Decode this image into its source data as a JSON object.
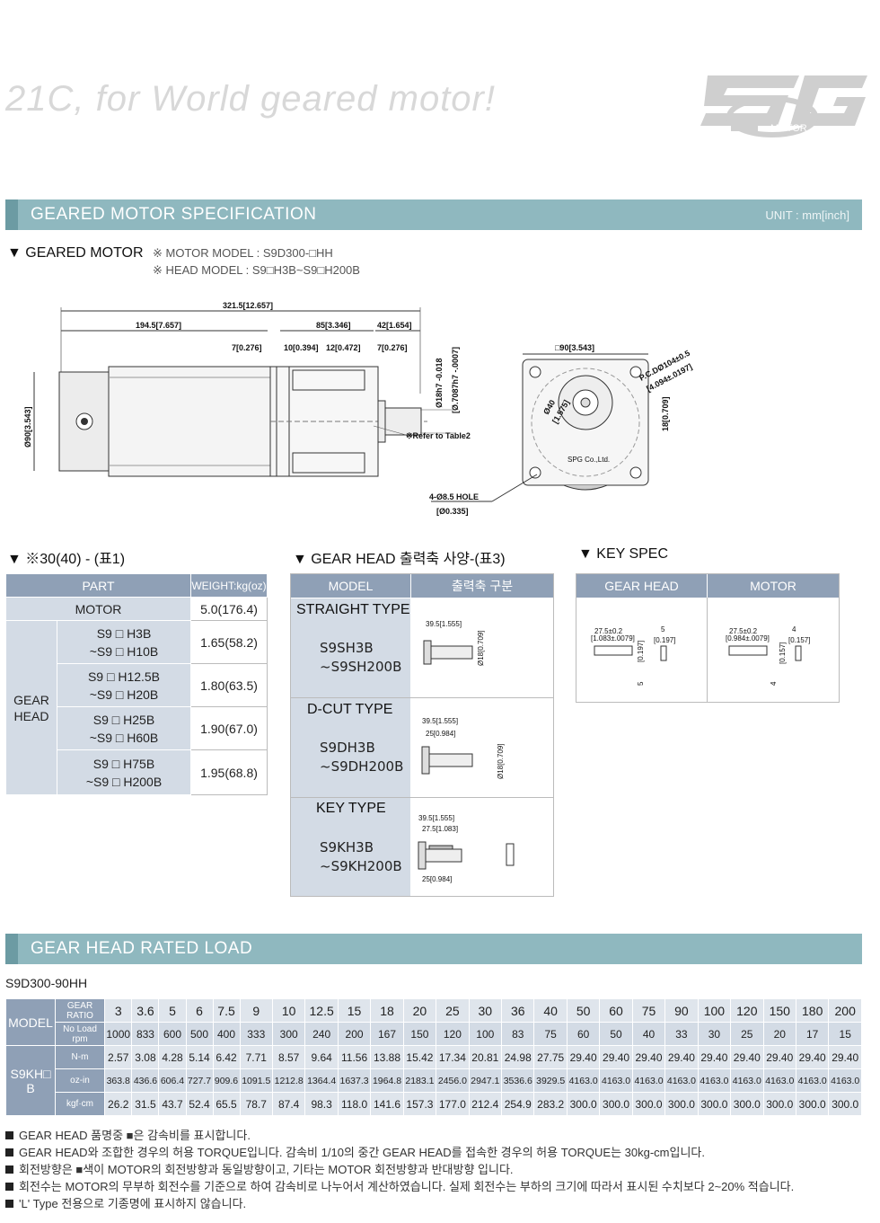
{
  "header": {
    "tagline": "21C, for World geared motor!",
    "logo_text": "SPG",
    "logo_sub": "MOTOR"
  },
  "spec_section": {
    "title": "GEARED MOTOR SPECIFICATION",
    "unit": "UNIT : mm[inch]"
  },
  "geared_motor": {
    "heading": "▼ GEARED MOTOR",
    "model_line": "※ MOTOR MODEL : S9D300-□HH",
    "head_line": "※ HEAD MODEL : S9□H3B~S9□H200B"
  },
  "drawing": {
    "total_len": "321.5[12.657]",
    "body_len": "194.5[7.657]",
    "shaft_len": "85[3.346]",
    "tip_len": "42[1.654]",
    "d7": "7[0.276]",
    "d10": "10[0.394]",
    "d12": "12[0.472]",
    "d7b": "7[0.276]",
    "dia90": "Ø90[3.543]",
    "shaft_dia": "Ø18h7 -0.018",
    "shaft_dia_in": "[Ø.7087h7 -.0007]",
    "refer": "※Refer to Table2",
    "sq": "□90[3.543]",
    "pcd": "P.C.DØ104±0.5",
    "pcd_in": "[4.094±.0197]",
    "pilot": "Ø40",
    "pilot_in": "[1.575]",
    "h18": "18[0.709]",
    "hole": "4-Ø8.5 HOLE",
    "hole_in": "[Ø0.335]",
    "stamp": "SPG Co.,Ltd."
  },
  "table1": {
    "heading": "▼ ※30(40) - (표1)",
    "cols": [
      "PART",
      "WEIGHT:kg(oz)"
    ],
    "motor": {
      "label": "MOTOR",
      "weight": "5.0(176.4)"
    },
    "gear_label": "GEAR HEAD",
    "rows": [
      {
        "a": "S9 □  H3B",
        "b": "~S9 □  H10B",
        "w": "1.65(58.2)"
      },
      {
        "a": "S9 □  H12.5B",
        "b": "~S9 □  H20B",
        "w": "1.80(63.5)"
      },
      {
        "a": "S9 □  H25B",
        "b": "~S9 □  H60B",
        "w": "1.90(67.0)"
      },
      {
        "a": "S9 □  H75B",
        "b": "~S9 □  H200B",
        "w": "1.95(68.8)"
      }
    ]
  },
  "table3": {
    "heading": "▼ GEAR HEAD 출력축 사양-(표3)",
    "cols": [
      "MODEL",
      "출력축 구분"
    ],
    "types": [
      {
        "type": "STRAIGHT TYPE",
        "m1": "S9SH3B",
        "m2": "~S9SH200B",
        "d1": "39.5[1.555]",
        "d2": "Ø18[0.709]"
      },
      {
        "type": "D-CUT TYPE",
        "m1": "S9DH3B",
        "m2": "~S9DH200B",
        "d1": "39.5[1.555]",
        "d2": "25[0.984]",
        "d3": "Ø18[0.709]"
      },
      {
        "type": "KEY TYPE",
        "m1": "S9KH3B",
        "m2": "~S9KH200B",
        "d1": "39.5[1.555]",
        "d2": "27.5[1.083]",
        "d3": "25[0.984]"
      }
    ]
  },
  "key_spec": {
    "heading": "▼ KEY SPEC",
    "cols": [
      "GEAR HEAD",
      "MOTOR"
    ],
    "gh": {
      "len": "27.5±0.2",
      "len_in": "[1.083±.0079]",
      "w": "5",
      "w_in": "[0.197]",
      "h": "5",
      "h_in": "[0.197]"
    },
    "mt": {
      "len": "27.5±0.2",
      "len_in": "[0.984±.0079]",
      "w": "4",
      "w_in": "[0.157]",
      "h": "4",
      "h_in": "[0.157]"
    }
  },
  "rated_section": {
    "title": "GEAR HEAD RATED LOAD"
  },
  "rated": {
    "model": "S9D300-90HH",
    "model_label": "MODEL",
    "ratio_label": "GEAR RATIO",
    "rpm_label": "No Load rpm",
    "series_label": "S9KH□ B",
    "ratios": [
      "3",
      "3.6",
      "5",
      "6",
      "7.5",
      "9",
      "10",
      "12.5",
      "15",
      "18",
      "20",
      "25",
      "30",
      "36",
      "40",
      "50",
      "60",
      "75",
      "90",
      "100",
      "120",
      "150",
      "180",
      "200"
    ],
    "rpm": [
      "1000",
      "833",
      "600",
      "500",
      "400",
      "333",
      "300",
      "240",
      "200",
      "167",
      "150",
      "120",
      "100",
      "83",
      "75",
      "60",
      "50",
      "40",
      "33",
      "30",
      "25",
      "20",
      "17",
      "15"
    ],
    "nm_label": "N-m",
    "nm": [
      "2.57",
      "3.08",
      "4.28",
      "5.14",
      "6.42",
      "7.71",
      "8.57",
      "9.64",
      "11.56",
      "13.88",
      "15.42",
      "17.34",
      "20.81",
      "24.98",
      "27.75",
      "29.40",
      "29.40",
      "29.40",
      "29.40",
      "29.40",
      "29.40",
      "29.40",
      "29.40",
      "29.40"
    ],
    "ozin_label": "oz-in",
    "ozin": [
      "363.8",
      "436.6",
      "606.4",
      "727.7",
      "909.6",
      "1091.5",
      "1212.8",
      "1364.4",
      "1637.3",
      "1964.8",
      "2183.1",
      "2456.0",
      "2947.1",
      "3536.6",
      "3929.5",
      "4163.0",
      "4163.0",
      "4163.0",
      "4163.0",
      "4163.0",
      "4163.0",
      "4163.0",
      "4163.0",
      "4163.0"
    ],
    "kgf_label": "kgf·cm",
    "kgf": [
      "26.2",
      "31.5",
      "43.7",
      "52.4",
      "65.5",
      "78.7",
      "87.4",
      "98.3",
      "118.0",
      "141.6",
      "157.3",
      "177.0",
      "212.4",
      "254.9",
      "283.2",
      "300.0",
      "300.0",
      "300.0",
      "300.0",
      "300.0",
      "300.0",
      "300.0",
      "300.0",
      "300.0"
    ]
  },
  "notes": [
    "GEAR HEAD 품명중 ■은 감속비를 표시합니다.",
    "GEAR HEAD와 조합한 경우의 허용 TORQUE입니다. 감속비 1/10의 중간 GEAR HEAD를 접속한 경우의 허용 TORQUE는 30kg-cm입니다.",
    "회전방향은 ■색이 MOTOR의 회전방향과 동일방향이고, 기타는 MOTOR 회전방향과 반대방향 입니다.",
    "회전수는 MOTOR의 무부하 회전수를 기준으로 하여 감속비로 나누어서 계산하였습니다. 실제 회전수는 부하의 크기에 따라서 표시된 수치보다 2~20% 적습니다.",
    "'L' Type 전용으로 기종명에 표시하지 않습니다."
  ]
}
